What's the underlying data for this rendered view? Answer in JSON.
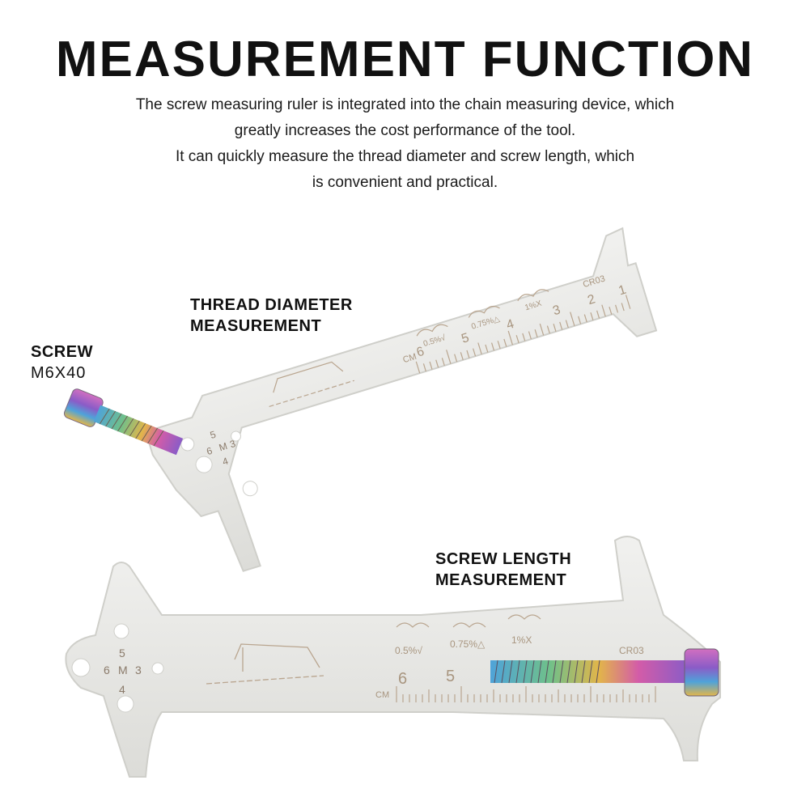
{
  "title": "MEASUREMENT FUNCTION",
  "description": [
    "The screw measuring ruler is integrated into the chain measuring device, which",
    "greatly increases the cost performance of the tool.",
    "It can quickly measure the thread diameter and screw length, which",
    "is convenient and practical."
  ],
  "labels": {
    "thread": [
      "THREAD DIAMETER",
      "MEASUREMENT"
    ],
    "screw_title": "SCREW",
    "screw_size": "M6X40",
    "length": [
      "SCREW LENGTH",
      "MEASUREMENT"
    ]
  },
  "tool": {
    "model": "CR03",
    "unit": "CM",
    "ruler_numbers_top": [
      "1",
      "2",
      "3",
      "4",
      "5",
      "6"
    ],
    "ruler_numbers_bottom": [
      "5",
      "6"
    ],
    "wear_marks": [
      "0.5%√",
      "0.75%△",
      "1%X"
    ],
    "thread_sizes": [
      "5",
      "6",
      "M",
      "3",
      "4"
    ]
  },
  "colors": {
    "steel": "#e6e6e3",
    "steel_edge": "#c9c9c4",
    "engrave": "#b9a58f",
    "screw_gradient": [
      "#4fa3d9",
      "#8a5cc7",
      "#d35ca8",
      "#e2b54a",
      "#6fc08a"
    ]
  }
}
